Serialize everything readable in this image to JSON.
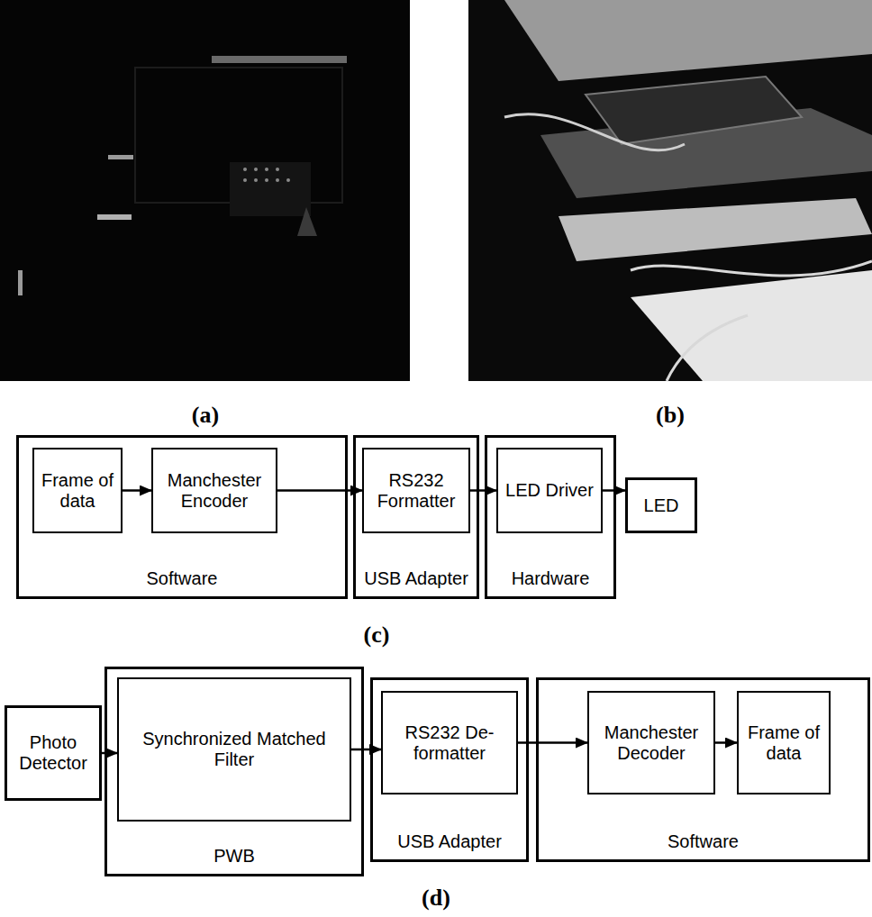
{
  "diagram": {
    "nodes": [
      {
        "text": [
          "Software"
        ]
      },
      {
        "text": [
          "Frame of data"
        ],
        "in": 0
      },
      {
        "text": [
          "Manchester Encoder"
        ],
        "in": 0
      },
      {
        "text": [
          "USB Adapter"
        ]
      },
      {
        "text": [
          "RS232 Formatter"
        ],
        "in": 3
      },
      {
        "text": [
          "Hardware"
        ]
      },
      {
        "text": [
          "LED Driver"
        ],
        "in": 5
      },
      {
        "text": [
          "LED"
        ]
      },
      {
        "text": [
          "Photo Detector"
        ]
      },
      {
        "text": [
          "PWB"
        ]
      },
      {
        "text": [
          "Synchronized Matched Filter"
        ],
        "in": 9
      },
      {
        "text": [
          "USB Adapter"
        ]
      },
      {
        "text": [
          "RS232 De-formatter"
        ],
        "in": 11
      },
      {
        "text": [
          "Software"
        ]
      },
      {
        "text": [
          "Manchester Decoder"
        ],
        "in": 13
      },
      {
        "text": [
          "Frame of data"
        ],
        "in": 13
      }
    ],
    "edges": [
      {
        "from": 1,
        "to": 2,
        "arrow": "to"
      },
      {
        "from": 2,
        "to": 4,
        "arrow": "to"
      },
      {
        "from": 4,
        "to": 6,
        "arrow": "to"
      },
      {
        "from": 6,
        "to": 7,
        "arrow": "to"
      },
      {
        "from": 8,
        "to": 10,
        "arrow": "to"
      },
      {
        "from": 10,
        "to": 12,
        "arrow": "to"
      },
      {
        "from": 12,
        "to": 14,
        "arrow": "to"
      },
      {
        "from": 14,
        "to": 15,
        "arrow": "to"
      }
    ],
    "labels": [
      "(a)",
      "(b)",
      "(c)",
      "(d)"
    ]
  }
}
